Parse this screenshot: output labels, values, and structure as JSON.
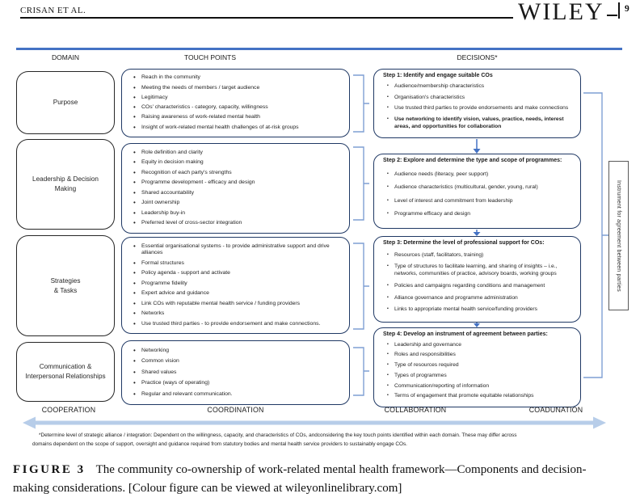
{
  "header": {
    "running_head": "CRISAN ET AL.",
    "journal_logo": "WILEY",
    "page_number": "9"
  },
  "figure": {
    "column_headers": {
      "domain": "DOMAIN",
      "touch_points": "TOUCH POINTS",
      "decisions": "DECISIONS*"
    },
    "domains": [
      {
        "label": "Purpose",
        "touch_points": [
          "Reach in the community",
          "Meeting the needs of members / target audience",
          "Legitimacy",
          "COs' characteristics - category, capacity, willingness",
          "Raising awareness of work-related mental health",
          "Insight of work-related mental health challenges of at-risk groups"
        ]
      },
      {
        "label": "Leadership & Decision Making",
        "touch_points": [
          "Role definition and clarity",
          "Equity in decision making",
          "Recognition of each party's strengths",
          "Programme development - efficacy and design",
          "Shared accountability",
          "Joint ownership",
          "Leadership buy-in",
          "Preferred level of cross-sector integration"
        ]
      },
      {
        "label": "Strategies\n& Tasks",
        "touch_points": [
          "Essential organisational systems - to provide administrative support and drive alliances",
          "Formal structures",
          "Policy agenda - support and activate",
          "Programme fidelity",
          "Expert advice and guidance",
          "Link COs with reputable mental health service / funding providers",
          "Networks",
          "Use trusted third parties - to provide endorsement and make connections."
        ]
      },
      {
        "label": "Communication & Interpersonal Relationships",
        "touch_points": [
          "Networking",
          "Common vision",
          "Shared values",
          "Practice (ways of operating)",
          "Regular and relevant communication."
        ]
      }
    ],
    "steps": [
      {
        "title": "Step 1: Identify and engage suitable COs",
        "items": [
          "Audience/membership characteristics",
          "Organisation's characteristics",
          "Use trusted third parties to provide endorsements and make connections",
          "Use networking to identify vision, values, practice, needs, interest areas, and opportunities for collaboration"
        ]
      },
      {
        "title": "Step 2: Explore and determine the type and scope of programmes:",
        "items": [
          "Audience needs (literacy, peer support)",
          "Audience characteristics (multicultural, gender, young, rural)",
          "Level of interest and commitment from leadership",
          "Programme efficacy and design"
        ]
      },
      {
        "title": "Step 3: Determine the level of professional support for COs:",
        "items": [
          "Resources (staff, facilitators, training)",
          "Type of structures to facilitate learning, and sharing of insights – i.e., networks, communities of practice, advisory boards, working groups",
          "Policies and campaigns regarding conditions and management",
          "Alliance governance and programme administration",
          "Links to appropriate mental health service/funding providers"
        ]
      },
      {
        "title": "Step 4: Develop an instrument of agreement between parties:",
        "items": [
          "Leadership and governance",
          "Roles and responsibilities",
          "Type of resources required",
          "Types of programmes",
          "Communication/reporting of information",
          "Terms of engagement that promote equitable relationships"
        ]
      }
    ],
    "side_label": "Instrument for agreement between parties",
    "spectrum": [
      "COOPERATION",
      "COORDINATION",
      "COLLABORATION",
      "COADUNATION"
    ],
    "footnote_lines": [
      "*Determine level of strategic alliance / integration: Dependent on the willingness, capacity, and characteristics of COs, andconsidering the key touch points identified within each domain. These may differ across",
      "domains dependent on the scope of support, oversight and guidance required from statutory bodies and mental health service providers to sustainably engage COs."
    ]
  },
  "caption": {
    "tag": "FIGURE 3",
    "text": "The community co-ownership of work-related mental health framework—Components and decision-making considerations. [Colour figure can be viewed at wileyonlinelibrary.com]"
  },
  "colors": {
    "box_border_navy": "#1F3864",
    "domain_border": "#262626",
    "bracket_blue": "#7F9FD4",
    "arrow_blue": "#4472C4",
    "spectrum_arrow": "#B7CDE9",
    "top_rule": "#4472C4"
  }
}
